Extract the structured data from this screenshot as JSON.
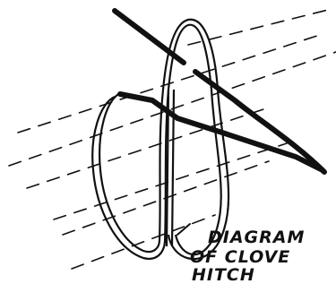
{
  "caption": {
    "line1": "DIAGRAM",
    "line2": "OF CLOVE",
    "line3": "HITCH"
  },
  "colors": {
    "ink": "#111111",
    "paper": "#ffffff"
  }
}
